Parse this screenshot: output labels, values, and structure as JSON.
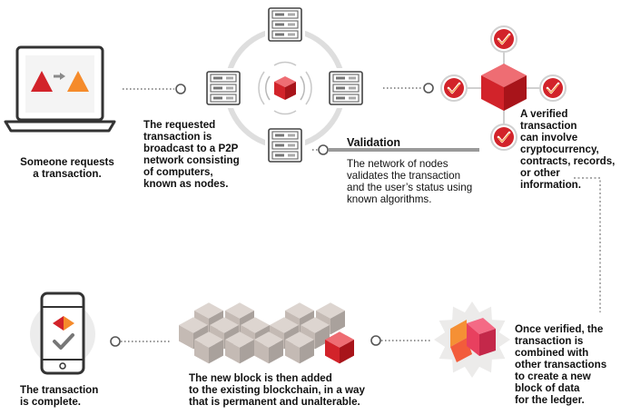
{
  "colors": {
    "red": "#d2232a",
    "red_light": "#ee6d73",
    "orange": "#f58b2b",
    "pink": "#e8405f",
    "gray_light": "#d9d9d9",
    "gray_mid": "#a8a8a8",
    "dark": "#333333",
    "block_top": "#ddd5d0",
    "block_left": "#c4bab4",
    "block_right": "#a9a19c"
  },
  "steps": {
    "request": {
      "text": "Someone requests\na transaction."
    },
    "broadcast": {
      "text": "The requested\ntransaction is\nbroadcast to a P2P\nnetwork consisting\nof computers,\nknown as nodes."
    },
    "validation": {
      "title": "Validation",
      "text": "The network of nodes\nvalidates the transaction\nand the user’s status using\nknown algorithms."
    },
    "verified": {
      "text": "A verified\ntransaction\ncan involve\ncryptocurrency,\ncontracts, records,\nor other\ninformation."
    },
    "combined": {
      "text": "Once verified, the\ntransaction is\ncombined with\nother transactions\nto create a new\nblock of data\nfor the ledger."
    },
    "added": {
      "text": "The new block is then added\nto the existing blockchain, in a way\nthat is permanent and unalterable."
    },
    "complete": {
      "text": "The transaction\nis complete."
    }
  },
  "icons": {
    "laptop": "laptop-icon",
    "server": "server-icon",
    "cube": "cube-icon",
    "check": "checkmark-icon",
    "phone": "smartphone-icon",
    "blockchain": "blockchain-icon",
    "block": "new-block-icon"
  }
}
